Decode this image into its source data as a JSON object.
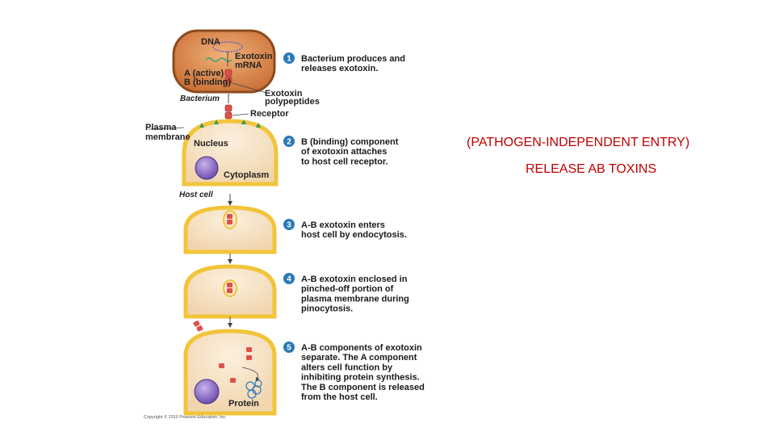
{
  "slide": {
    "subtitle": "(PATHOGEN-INDEPENDENT ENTRY)",
    "title": "RELEASE AB TOXINS"
  },
  "figure": {
    "labels": {
      "dna": "DNA",
      "exotoxin": "Exotoxin",
      "mrna": "mRNA",
      "a_active": "A (active)",
      "b_binding": "B (binding)",
      "exotoxin_polypeptides_1": "Exotoxin",
      "exotoxin_polypeptides_2": "polypeptides",
      "bacterium": "Bacterium",
      "receptor": "Receptor",
      "plasma_1": "Plasma",
      "plasma_2": "membrane",
      "nucleus": "Nucleus",
      "cytoplasm": "Cytoplasm",
      "host_cell": "Host cell",
      "protein": "Protein",
      "copyright": "Copyright © 2010 Pearson Education, Inc."
    },
    "steps": [
      {
        "number": "1",
        "lines": [
          "Bacterium produces and",
          "releases exotoxin."
        ]
      },
      {
        "number": "2",
        "lines": [
          "B (binding) component",
          "of exotoxin attaches",
          "to host cell receptor."
        ]
      },
      {
        "number": "3",
        "lines": [
          "A-B exotoxin enters",
          "host cell by endocytosis."
        ]
      },
      {
        "number": "4",
        "lines": [
          "A-B exotoxin enclosed in",
          "pinched-off portion of",
          "plasma membrane during",
          "pinocytosis."
        ]
      },
      {
        "number": "5",
        "lines": [
          "A-B components of exotoxin",
          "separate. The A component",
          "alters cell function by",
          "inhibiting protein synthesis.",
          "The B component is released",
          "from the host cell."
        ]
      }
    ],
    "colors": {
      "bacterium_fill": "#d9874e",
      "membrane": "#f2c43a",
      "cytoplasm": "#f6e2c4",
      "nucleus": "#8a6cc0",
      "toxin": "#e0504a",
      "step_circle": "#2a79b8"
    }
  }
}
